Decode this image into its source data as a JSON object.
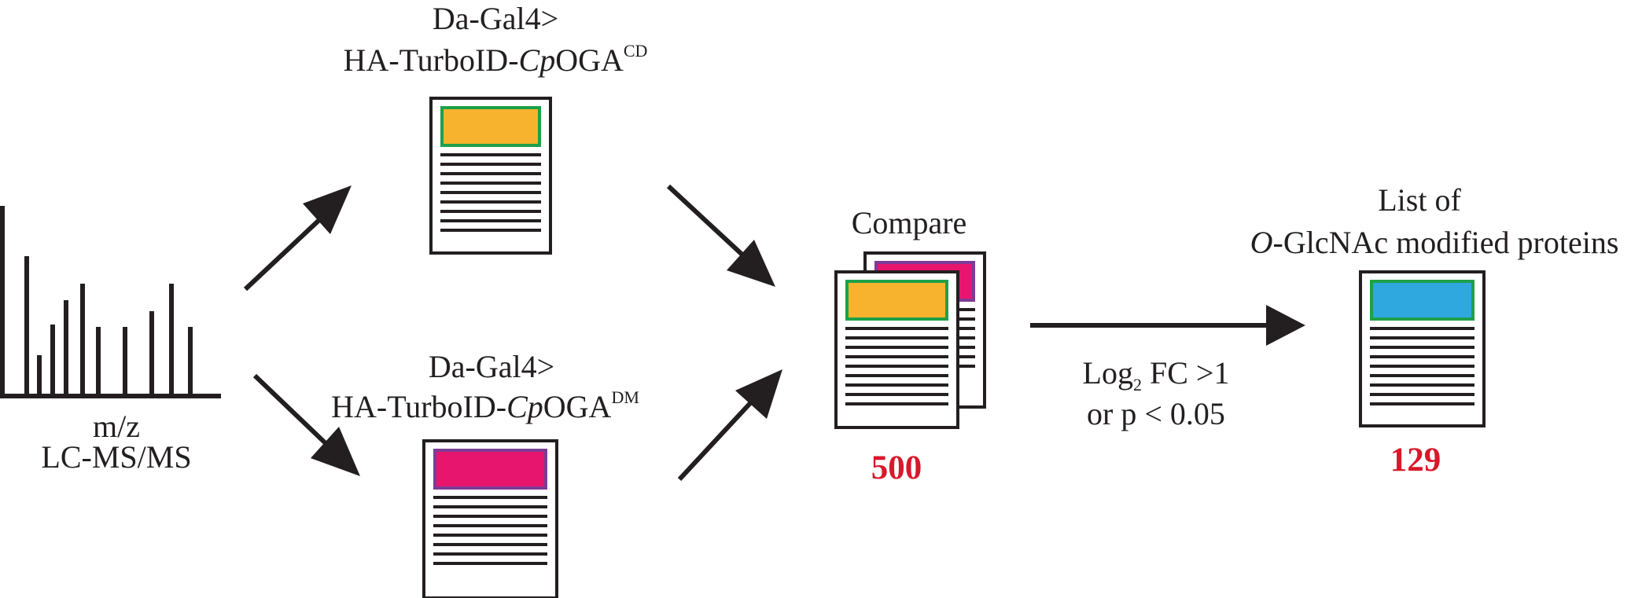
{
  "spectrum": {
    "xlabel": "m/z",
    "method": "LC-MS/MS"
  },
  "top_sample": {
    "driver": "Da-Gal4>",
    "construct_prefix": "HA-TurboID-",
    "construct_italic": "Cp",
    "construct_name": "OGA",
    "construct_sup": "CD"
  },
  "bottom_sample": {
    "driver": "Da-Gal4>",
    "construct_prefix": "HA-TurboID-",
    "construct_italic": "Cp",
    "construct_name": "OGA",
    "construct_sup": "DM"
  },
  "compare": {
    "label": "Compare",
    "count": "500"
  },
  "criteria": {
    "line1_prefix": "Log",
    "line1_sub": "2",
    "line1_suffix": " FC >1",
    "line2": "or p < 0.05"
  },
  "result": {
    "title_line1": "List of",
    "title_line2_italic": "O",
    "title_line2_rest": "-GlcNAc modified proteins",
    "count": "129"
  },
  "colors": {
    "ink": "#231f20",
    "cd_header": "#f7b32d",
    "cd_border": "#1ea04a",
    "dm_header": "#e8156e",
    "dm_border": "#7e3b96",
    "result_header": "#2fa8e0",
    "result_border": "#1ea04a",
    "count_red": "#d7192a"
  }
}
